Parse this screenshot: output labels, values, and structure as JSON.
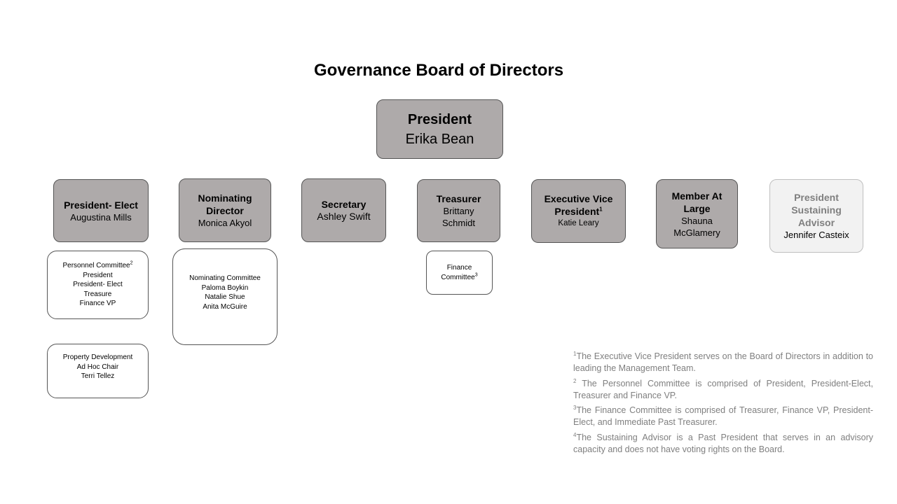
{
  "title": "Governance Board of Directors",
  "president": {
    "role": "President",
    "name": "Erika Bean"
  },
  "officers": [
    {
      "role": "President- Elect",
      "name": "Augustina Mills"
    },
    {
      "role": "Nominating Director",
      "name": "Monica Akyol"
    },
    {
      "role": "Secretary",
      "name": "Ashley Swift"
    },
    {
      "role": "Treasurer",
      "name": "Brittany Schmidt"
    },
    {
      "role": "Executive Vice President",
      "footnote": "1",
      "name": "Katie Leary"
    },
    {
      "role": "Member At Large",
      "name": "Shauna McGlamery"
    },
    {
      "role": "President Sustaining Advisor",
      "name": "Jennifer Casteix"
    }
  ],
  "committees": {
    "personnel": {
      "title": "Personnel Committee",
      "footnote": "2",
      "members": [
        "President",
        "President- Elect",
        "Treasure",
        "Finance VP"
      ]
    },
    "property": {
      "lines": [
        "Property Development",
        "Ad Hoc Chair",
        "Terri Tellez"
      ]
    },
    "nominating": {
      "title": "Nominating Committee",
      "members": [
        "Paloma Boykin",
        "Natalie Shue",
        "Anita McGuire"
      ]
    },
    "finance": {
      "line1": "Finance",
      "line2": "Committee",
      "footnote": "3"
    }
  },
  "footnotes": [
    {
      "mark": "1",
      "text": "The Executive Vice President serves on the Board of Directors in addition to leading the Management Team."
    },
    {
      "mark": "2",
      "text": " The Personnel Committee is comprised of President, President-Elect, Treasurer and Finance VP."
    },
    {
      "mark": "3",
      "text": "The Finance Committee is comprised of Treasurer, Finance VP, President-Elect, and Immediate Past Treasurer."
    },
    {
      "mark": "4",
      "text": "The Sustaining Advisor is a Past President that serves in an advisory capacity and does not have voting rights on the Board."
    }
  ]
}
